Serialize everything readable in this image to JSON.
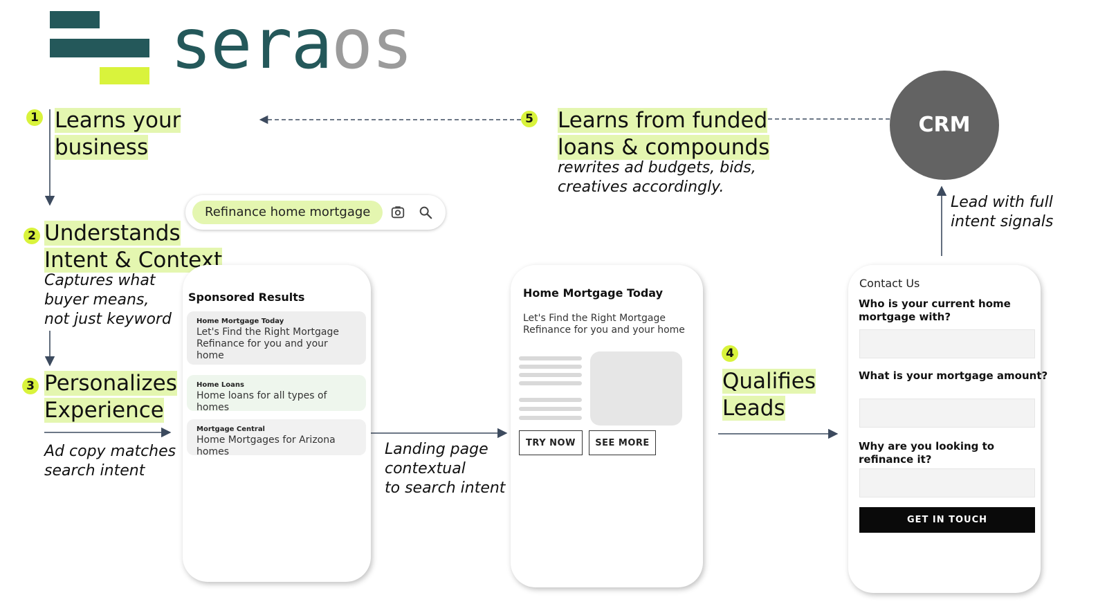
{
  "logo": {
    "part1": "sera",
    "part2": "os",
    "colors": {
      "dark": "#24585a",
      "lime": "#d9f33c",
      "gray": "#9b9b9b"
    }
  },
  "steps": [
    {
      "num": "1",
      "title_lines": [
        "Learns your",
        "business"
      ]
    },
    {
      "num": "2",
      "title_lines": [
        "Understands",
        "Intent & Context"
      ],
      "desc_lines": [
        "Captures what",
        "buyer means,",
        "not just keyword"
      ]
    },
    {
      "num": "3",
      "title_lines": [
        "Personalizes",
        "Experience"
      ],
      "desc_lines": [
        "Ad copy matches",
        "search intent"
      ]
    },
    {
      "num": "4",
      "title_lines": [
        "Qualifies",
        "Leads"
      ]
    },
    {
      "num": "5",
      "title_lines": [
        "Learns from funded",
        "loans & compounds"
      ],
      "desc_lines": [
        "rewrites ad budgets, bids,",
        "creatives accordingly."
      ]
    }
  ],
  "crm": {
    "label": "CRM",
    "note_lines": [
      "Lead with full",
      "intent signals"
    ]
  },
  "landing_note_lines": [
    "Landing page",
    "contextual",
    "to search intent"
  ],
  "search": {
    "query": "Refinance home mortgage",
    "icons": [
      "lens-camera-icon",
      "search-icon"
    ]
  },
  "sponsored": {
    "title": "Sponsored Results",
    "ads": [
      {
        "source": "Home Mortgage Today",
        "text": "Let's Find the Right Mortgage Refinance for you and your home"
      },
      {
        "source": "Home Loans",
        "text": "Home loans for all types of homes"
      },
      {
        "source": "Mortgage Central",
        "text": "Home Mortgages for Arizona homes"
      }
    ]
  },
  "landing": {
    "title": "Home Mortgage Today",
    "text_lines": [
      "Let's Find the Right Mortgage",
      "Refinance for you and your home"
    ],
    "btn_try": "TRY NOW",
    "btn_more": "SEE MORE"
  },
  "contact": {
    "title": "Contact Us",
    "q1_lines": [
      "Who is your current home",
      "mortgage with?"
    ],
    "q2": "What is your mortgage amount?",
    "q3_lines": [
      "Why are you looking to",
      "refinance it?"
    ],
    "cta": "GET IN TOUCH"
  }
}
